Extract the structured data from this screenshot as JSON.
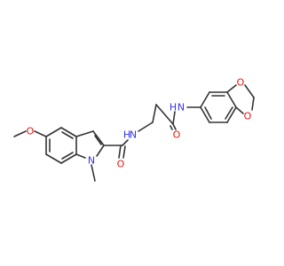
{
  "colors": {
    "carbon": "#333333",
    "nitrogen": "#3333ee",
    "oxygen": "#ee1111",
    "background": "#ffffff"
  },
  "atoms": {
    "o_methoxy": "O",
    "n_indole": "N",
    "n_amide1": "N",
    "h_amide1": "H",
    "o_amide1": "O",
    "o_amide2": "O",
    "n_amide2": "N",
    "h_amide2": "H",
    "o_dioxole_top": "O",
    "o_dioxole_bottom": "O"
  }
}
